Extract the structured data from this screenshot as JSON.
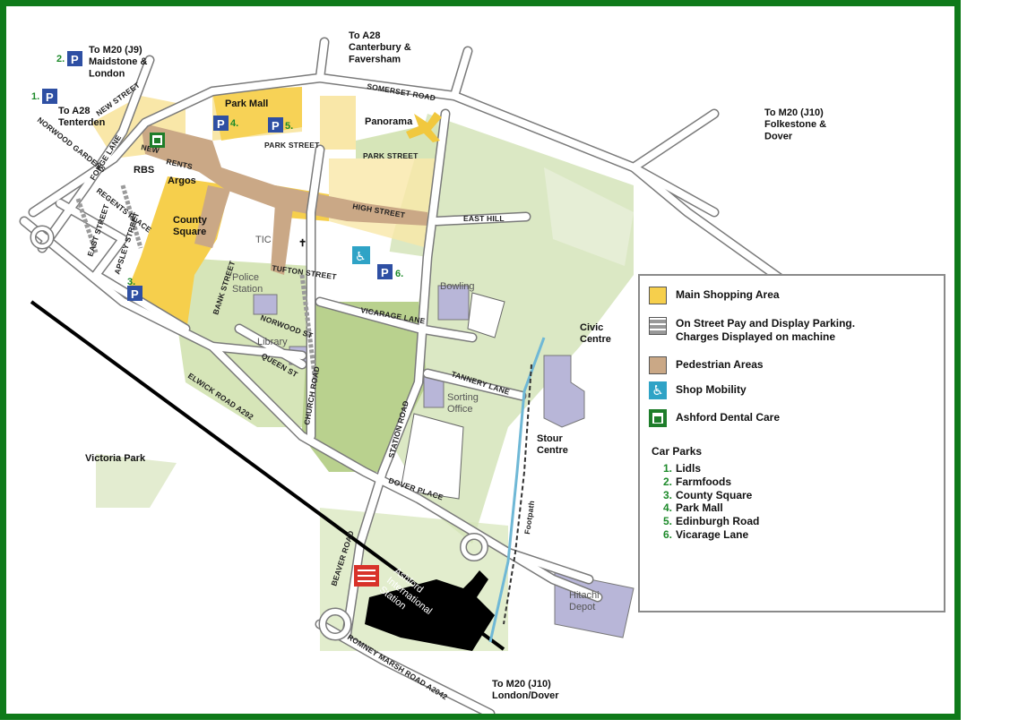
{
  "colors": {
    "frame": "#0f7a1a",
    "shopping": "#f6cf4c",
    "pedestrian": "#caa886",
    "parking_badge": "#2e4fa3",
    "mobility": "#2fa3c6",
    "dental": "#1e7d2a",
    "green_area": "#c8dca6",
    "building": "#b8b6d8",
    "car_park_number": "#1d8a2a"
  },
  "destinations": {
    "m20_j9": "To M20 (J9)\nMaidstone &\nLondon",
    "a28_tenterden": "To A28\nTenterden",
    "a28_canterbury": "To A28\nCanterbury &\nFaversham",
    "m20_j10_folkestone": "To M20 (J10)\nFolkestone &\nDover",
    "m20_j10_london": "To M20 (J10)\nLondon/Dover"
  },
  "streets": {
    "new_street": "NEW STREET",
    "forge_lane": "FORGE LANE",
    "norwood_gardens": "NORWOOD GARDENS",
    "regents_place": "REGENTS PLACE",
    "east_street": "EAST STREET",
    "apsley_street": "APSLEY STREET",
    "bank_street": "BANK STREET",
    "somerset_road": "SOMERSET ROAD",
    "park_street_1": "PARK STREET",
    "park_street_2": "PARK STREET",
    "high_street": "HIGH STREET",
    "east_hill": "EAST HILL",
    "tufton_street": "TUFTON STREET",
    "norwood_st": "NORWOOD ST",
    "queen_st": "QUEEN ST",
    "church_road": "CHURCH ROAD",
    "vicarage_lane": "VICARAGE LANE",
    "tannery_lane": "TANNERY LANE",
    "station_road": "STATION ROAD",
    "elwick_road": "ELWICK ROAD A292",
    "dover_place": "DOVER PLACE",
    "beaver_road": "BEAVER ROAD",
    "romney_marsh_road": "ROMNEY MARSH ROAD A2042",
    "footpath": "Footpath",
    "new_rents_1": "NEW",
    "new_rents_2": "RENTS"
  },
  "places": {
    "park_mall": "Park Mall",
    "panorama": "Panorama",
    "rbs": "RBS",
    "argos": "Argos",
    "county_square": "County\nSquare",
    "tic": "TIC",
    "police_station": "Police\nStation",
    "library": "Library",
    "bowling": "Bowling",
    "sorting_office": "Sorting\nOffice",
    "civic_centre": "Civic\nCentre",
    "stour_centre": "Stour\nCentre",
    "victoria_park": "Victoria Park",
    "ashford_station": "Ashford\nInternational\nStation",
    "hitachi_depot": "Hitachi\nDepot"
  },
  "car_park_markers": [
    {
      "number": "1.",
      "letter": "P"
    },
    {
      "number": "2.",
      "letter": "P"
    },
    {
      "number": "3.",
      "letter": "P"
    },
    {
      "number": "4.",
      "letter": "P"
    },
    {
      "number": "5.",
      "letter": "P"
    },
    {
      "number": "6.",
      "letter": "P"
    }
  ],
  "legend": {
    "items": [
      {
        "label": "Main Shopping Area"
      },
      {
        "label": "On Street Pay and Display Parking.\nCharges Displayed on machine"
      },
      {
        "label": "Pedestrian Areas"
      },
      {
        "label": "Shop Mobility"
      },
      {
        "label": "Ashford Dental Care"
      }
    ],
    "car_parks_title": "Car Parks",
    "car_parks": [
      {
        "number": "1.",
        "name": "Lidls"
      },
      {
        "number": "2.",
        "name": "Farmfoods"
      },
      {
        "number": "3.",
        "name": "County Square"
      },
      {
        "number": "4.",
        "name": "Park Mall"
      },
      {
        "number": "5.",
        "name": "Edinburgh Road"
      },
      {
        "number": "6.",
        "name": "Vicarage Lane"
      }
    ]
  }
}
